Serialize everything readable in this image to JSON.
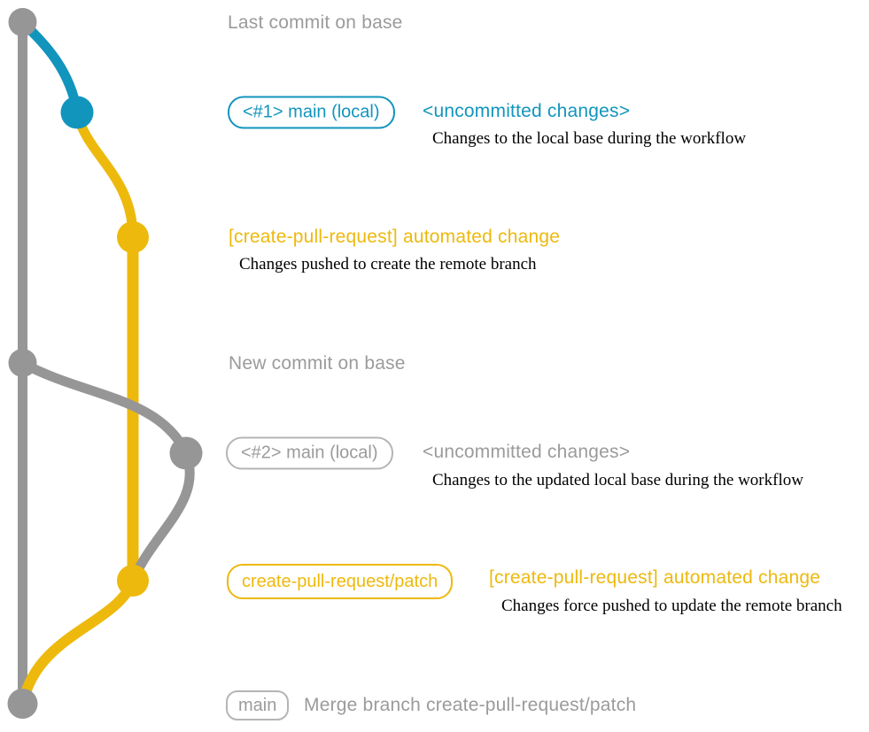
{
  "diagram": {
    "type": "git-branch-workflow",
    "colors": {
      "base_branch": "#969696",
      "local_main_branch": "#1295bd",
      "patch_branch": "#edb90d",
      "note_text": "#9b9b9b",
      "description_text": "#000000"
    },
    "notes": {
      "last_commit": "Last commit on base",
      "new_commit": "New commit on base"
    },
    "branch1": {
      "badge": "<#1> main (local)",
      "status": "<uncommitted changes>",
      "description": "Changes to the local base during the workflow"
    },
    "remote_create": {
      "title": "[create-pull-request] automated change",
      "description": "Changes pushed to create the remote branch"
    },
    "branch2": {
      "badge": "<#2> main (local)",
      "status": "<uncommitted changes>",
      "description": "Changes to the updated local base during the workflow"
    },
    "remote_update": {
      "badge": "create-pull-request/patch",
      "title": "[create-pull-request] automated change",
      "description": "Changes force pushed to update the remote branch"
    },
    "merge": {
      "badge": "main",
      "text": "Merge branch create-pull-request/patch"
    },
    "commits": [
      {
        "name": "base-commit-1",
        "branch": "base"
      },
      {
        "name": "local-main-commit-1",
        "branch": "local-main"
      },
      {
        "name": "patch-commit-1",
        "branch": "patch"
      },
      {
        "name": "base-commit-2",
        "branch": "base"
      },
      {
        "name": "local-main-commit-2",
        "branch": "local-main"
      },
      {
        "name": "patch-commit-2",
        "branch": "patch"
      },
      {
        "name": "merge-commit",
        "branch": "base"
      }
    ]
  }
}
